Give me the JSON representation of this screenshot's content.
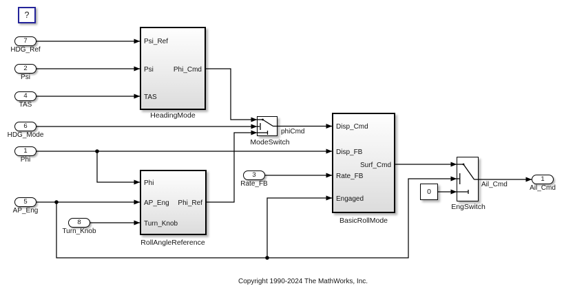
{
  "help_button": {
    "label": "?"
  },
  "inports": [
    {
      "num": "7",
      "label": "HDG_Ref"
    },
    {
      "num": "2",
      "label": "Psi"
    },
    {
      "num": "4",
      "label": "TAS"
    },
    {
      "num": "6",
      "label": "HDG_Mode"
    },
    {
      "num": "1",
      "label": "Phi"
    },
    {
      "num": "5",
      "label": "AP_Eng"
    },
    {
      "num": "8",
      "label": "Turn_Knob"
    },
    {
      "num": "3",
      "label": "Rate_FB"
    }
  ],
  "outport": {
    "num": "1",
    "label": "Ail_Cmd"
  },
  "blocks": {
    "heading_mode": {
      "name": "HeadingMode",
      "ports_in": [
        "Psi_Ref",
        "Psi",
        "TAS"
      ],
      "port_out": "Phi_Cmd"
    },
    "roll_angle_reference": {
      "name": "RollAngleReference",
      "ports_in": [
        "Phi",
        "AP_Eng",
        "Turn_Knob"
      ],
      "port_out": "Phi_Ref"
    },
    "basic_roll_mode": {
      "name": "BasicRollMode",
      "ports_in": [
        "Disp_Cmd",
        "Disp_FB",
        "Rate_FB",
        "Engaged"
      ],
      "port_out": "Surf_Cmd"
    },
    "mode_switch": {
      "name": "ModeSwitch"
    },
    "eng_switch": {
      "name": "EngSwitch"
    },
    "constant": {
      "value": "0"
    }
  },
  "wire_labels": {
    "mode_switch_out": "phiCmd",
    "eng_switch_out": "Ail_Cmd"
  },
  "footer": {
    "copyright": "Copyright 1990-2024 The MathWorks, Inc."
  },
  "colors": {
    "wire": "#000000",
    "block_border": "#000000",
    "block_fill_top": "#fefefe",
    "block_fill_bottom": "#dcdcdc",
    "help_border": "#23239a",
    "background": "#ffffff"
  }
}
